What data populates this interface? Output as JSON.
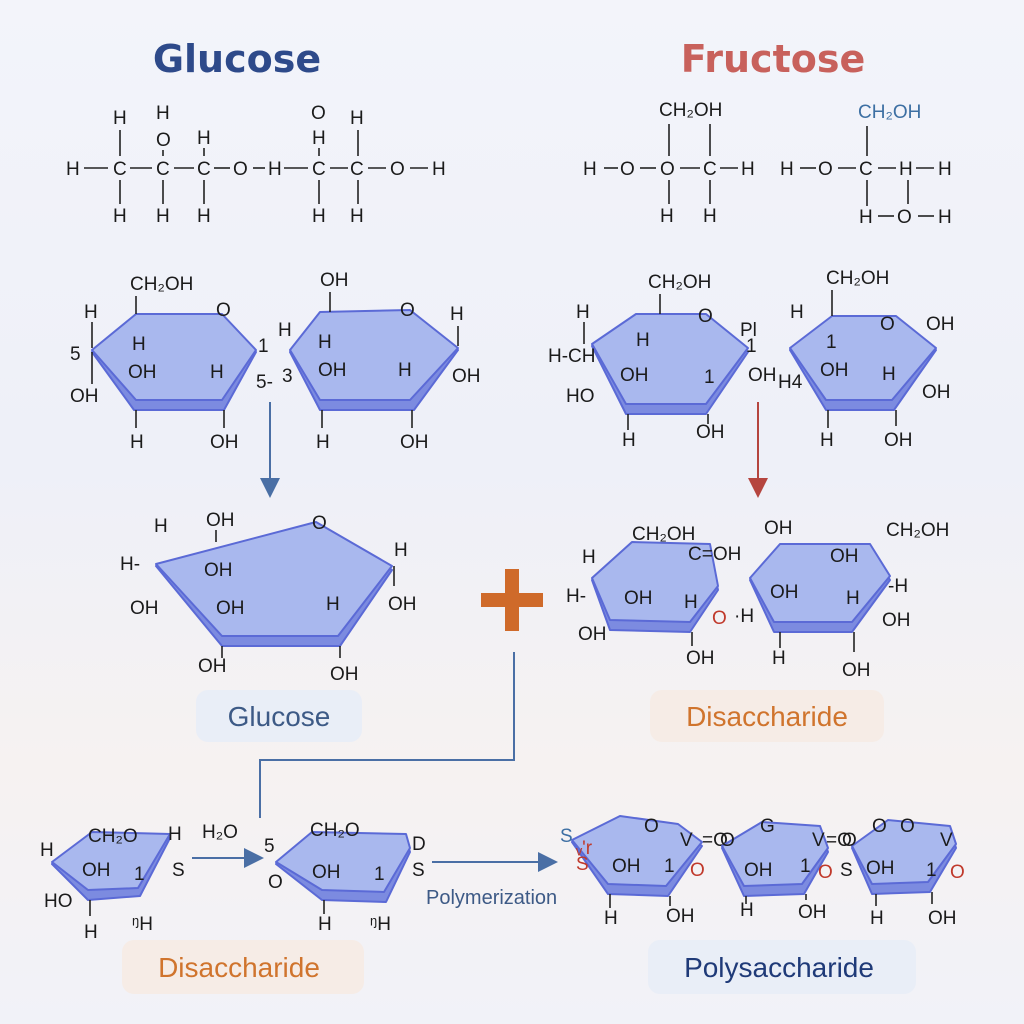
{
  "headings": {
    "glucose": "Glucose",
    "fructose": "Fructose"
  },
  "colors": {
    "glucose_heading": "#2e4a8a",
    "fructose_heading": "#c8615c",
    "ring_fill": "#a9b8ee",
    "ring_stroke": "#5b6ad6",
    "plus": "#cf6a2a",
    "arrow_blue": "#4a6fa5",
    "arrow_red": "#b5453f",
    "label_glucose": "#3d5a86",
    "label_disaccharide": "#d0742d",
    "label_polysaccharide": "#1f3a78"
  },
  "operators": {
    "plus": "+"
  },
  "labels": {
    "glucose": "Glucose",
    "disaccharide_top": "Disaccharide",
    "disaccharide_bottom": "Disaccharide",
    "polysaccharide": "Polysaccharide"
  },
  "steps": {
    "water": "H₂O",
    "polymerization": "Polymerization"
  },
  "groups": {
    "ch2oh": "CH₂OH",
    "ch2o": "CH₂O"
  }
}
